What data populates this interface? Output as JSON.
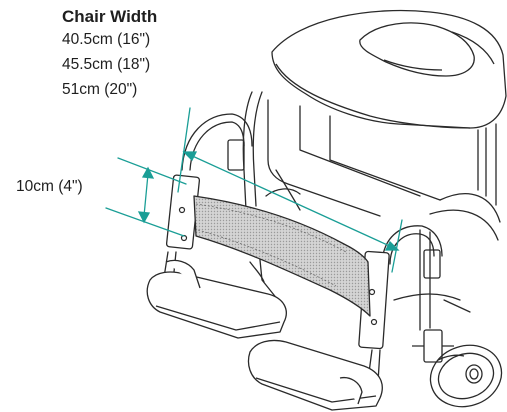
{
  "chair_width": {
    "title": "Chair Width",
    "options": [
      "40.5cm (16\")",
      "45.5cm (18\")",
      "51cm (20\")"
    ]
  },
  "strap_height": {
    "label": "10cm (4\")"
  },
  "colors": {
    "dimension_line": "#1a9e96",
    "outline": "#2a2a2a",
    "strap_fill": "#c9c9c9",
    "text": "#1f1f1f"
  }
}
